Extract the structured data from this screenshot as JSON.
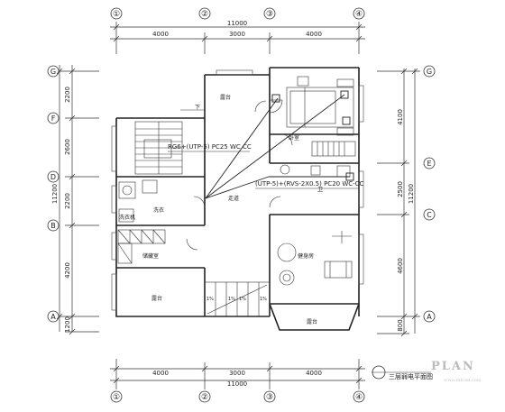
{
  "grid": {
    "top_axis": [
      "①",
      "②",
      "③",
      "④"
    ],
    "bottom_axis": [
      "①",
      "②",
      "③",
      "④"
    ],
    "left_axis": [
      "G",
      "F",
      "D",
      "B",
      "A"
    ],
    "right_axis": [
      "G",
      "E",
      "C",
      "A"
    ]
  },
  "dimensions": {
    "top_total": "11000",
    "top_segments": [
      "4000",
      "3000",
      "4000"
    ],
    "bottom_total": "11000",
    "bottom_segments": [
      "4000",
      "3000",
      "4000"
    ],
    "left_total": "11200",
    "left_segments": [
      "2200",
      "2600",
      "2200",
      "4200",
      "1200"
    ],
    "right_total": "11200",
    "right_segments": [
      "4100",
      "2500",
      "4600",
      "800"
    ]
  },
  "rooms": {
    "balcony_top": "露台",
    "bedroom": "卧室",
    "laundry": "洗衣",
    "corridor": "走道",
    "bath": "卫",
    "storage": "储藏室",
    "gym": "健身房",
    "balcony_bottom_left": "露台",
    "balcony_bottom_right": "露台",
    "ldr": "洗衣机",
    "stair_down": "下"
  },
  "annotations": {
    "cable_1": "RG6+(UTP-5) PC25 WC CC",
    "cable_2": "(UTP-5)+(RVS-2X0.5) PC20 WC-CC",
    "stair_labels": [
      "1%",
      "1%",
      "1%",
      "1%"
    ]
  },
  "title_block": {
    "title": "三层弱电平面图",
    "watermark": "PLAN",
    "sub_watermark": "www.mfcad.com"
  }
}
